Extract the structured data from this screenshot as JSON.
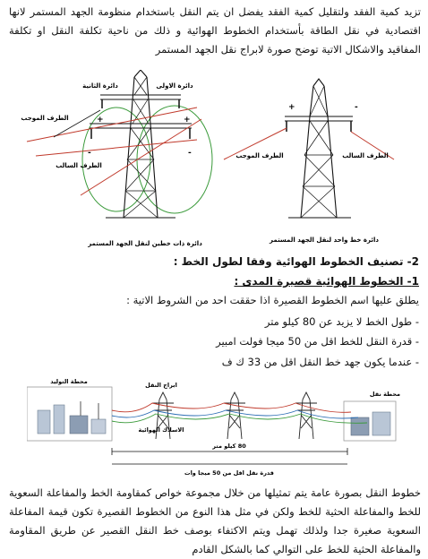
{
  "intro_paragraph": "تزيد كمية الفقد ولتقليل كمية الفقد يفضل ان يتم النقل باستخدام منظومة الجهد المستمر لانها اقتصادية في نقل الطاقة بأستخدام الخطوط الهوائية و ذلك من ناحية تكلفة النقل او تكلفة المفاقيد والاشكال الاتية توضح صورة لابراج نقل الجهد المستمر",
  "figure1": {
    "left_tower": {
      "label_circuit1": "دائرة الاولى",
      "label_circuit2": "دائرة الثانية",
      "label_positive": "الطرف الموجب",
      "label_negative": "الطرف السالب",
      "caption": "دائرة ذات خطين لنقل الجهد المستمر"
    },
    "right_tower": {
      "label_positive": "الطرف الموجب",
      "label_negative": "الطرف السالب",
      "caption": "دائرة خط واحد لنقل الجهد المستمر"
    }
  },
  "section2_title": "2- تصنيف الخطوط الهوائية وفقا لطول الخط :",
  "subsection1_title": "1- الخطوط الهوائية قصيرة المدى :",
  "conditions_intro": "يطلق عليها اسم الخطوط القصيرة اذا حققت احد من الشروط الاتية :",
  "conditions": [
    "- طول الخط لا يزيد عن 80 كيلو متر",
    "- قدرة النقل للخط اقل من 50 ميجا فولت امبير",
    "- عندما يكون جهد خط النقل اقل من 33 ك ف"
  ],
  "figure2": {
    "label_generating_station": "محطة التوليد",
    "label_transmission_towers": "ابراج النقل",
    "label_overhead_wires": "الاسلاك الهوائية",
    "label_transfer_station": "محطة نقل",
    "label_length": "80 كيلو متر",
    "label_capacity": "قدرة نقل اقل من 50 ميجا وات"
  },
  "closing_paragraph": "خطوط النقل بصورة عامة يتم تمثيلها من خلال مجموعة خواص كمقاومة الخط والمفاعلة السعوية للخط والمفاعلة الحثية للخط ولكن في مثل هذا النوع من الخطوط القصيرة تكون قيمة المفاعلة السعوية صغيرة جدا ولذلك تهمل ويتم الاكتفاء بوصف خط النقل القصير عن طريق المقاومة والمفاعلة الحثية للخط على التوالي كما بالشكل القادم"
}
